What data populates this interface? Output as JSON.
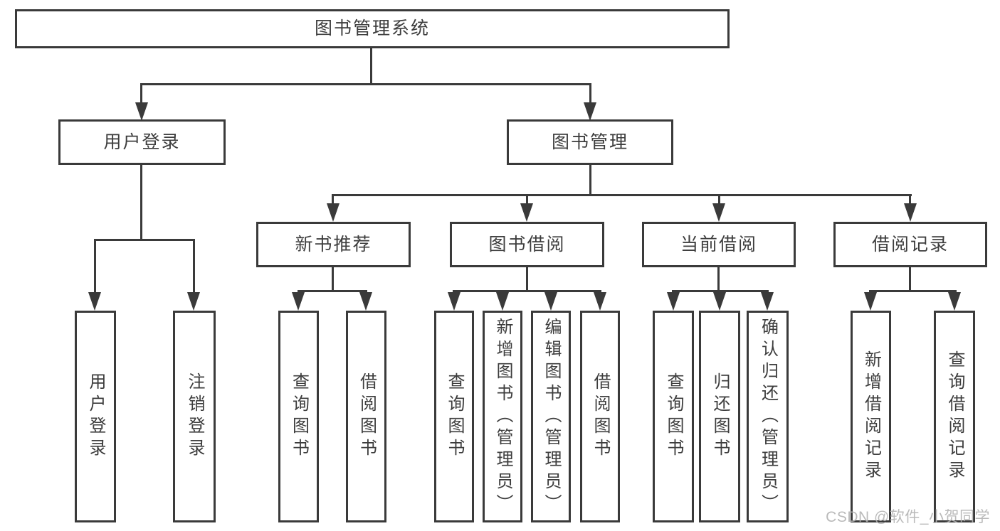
{
  "diagram": {
    "root": {
      "label": "图书管理系统"
    },
    "level2": [
      {
        "label": "用户登录"
      },
      {
        "label": "图书管理"
      }
    ],
    "level3": [
      {
        "label": "新书推荐"
      },
      {
        "label": "图书借阅"
      },
      {
        "label": "当前借阅"
      },
      {
        "label": "借阅记录"
      }
    ],
    "leaves": {
      "login": [
        {
          "label": "用户登录"
        },
        {
          "label": "注销登录"
        }
      ],
      "recommend": [
        {
          "label": "查询图书"
        },
        {
          "label": "借阅图书"
        }
      ],
      "borrow": [
        {
          "label": "查询图书"
        },
        {
          "label": "新增图书（管理员）"
        },
        {
          "label": "编辑图书（管理员）"
        },
        {
          "label": "借阅图书"
        }
      ],
      "current": [
        {
          "label": "查询图书"
        },
        {
          "label": "归还图书"
        },
        {
          "label": "确认归还（管理员）"
        }
      ],
      "records": [
        {
          "label": "新增借阅记录"
        },
        {
          "label": "查询借阅记录"
        }
      ]
    },
    "watermark": "CSDN @软件_小贺同学",
    "colors": {
      "line": "#3a3a3a",
      "text": "#3d3d3d",
      "background": "#ffffff",
      "watermark": "#b3b3b3"
    }
  }
}
